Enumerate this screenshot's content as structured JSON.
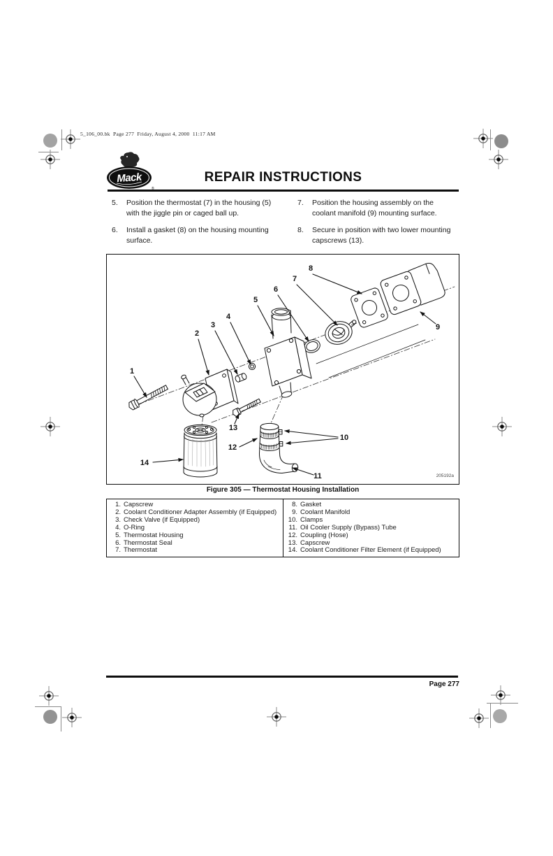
{
  "page": {
    "slug": "5_106_00.bk  Page 277  Friday, August 4, 2000  11:17 AM",
    "footer_page": "Page 277"
  },
  "logo": {
    "name": "Mack",
    "registered": "®"
  },
  "header": {
    "title": "REPAIR INSTRUCTIONS"
  },
  "instructions": {
    "left": [
      {
        "num": "5.",
        "lines": [
          "Position the thermostat (7) in the housing (5)",
          "with the jiggle pin or caged ball up."
        ]
      },
      {
        "num": "6.",
        "lines": [
          "Install a gasket (8) on the housing mounting",
          "surface."
        ]
      }
    ],
    "right": [
      {
        "num": "7.",
        "lines": [
          "Position the housing assembly on the",
          "coolant manifold (9) mounting surface."
        ]
      },
      {
        "num": "8.",
        "lines": [
          "Secure in position with two lower mounting",
          "capscrews (13)."
        ]
      }
    ]
  },
  "figure": {
    "caption": "Figure 305 — Thermostat Housing Installation",
    "ref": "205192a",
    "callouts": [
      "1",
      "2",
      "3",
      "4",
      "5",
      "6",
      "7",
      "8",
      "9",
      "10",
      "11",
      "12",
      "13",
      "14"
    ]
  },
  "parts": {
    "left": [
      {
        "num": "1.",
        "label": "Capscrew"
      },
      {
        "num": "2.",
        "label": "Coolant Conditioner Adapter Assembly (if Equipped)"
      },
      {
        "num": "3.",
        "label": "Check Valve (if Equipped)"
      },
      {
        "num": "4.",
        "label": "O-Ring"
      },
      {
        "num": "5.",
        "label": "Thermostat Housing"
      },
      {
        "num": "6.",
        "label": "Thermostat Seal"
      },
      {
        "num": "7.",
        "label": "Thermostat"
      }
    ],
    "right": [
      {
        "num": "8.",
        "label": "Gasket"
      },
      {
        "num": "9.",
        "label": "Coolant Manifold"
      },
      {
        "num": "10.",
        "label": "Clamps"
      },
      {
        "num": "11.",
        "label": "Oil Cooler Supply (Bypass) Tube"
      },
      {
        "num": "12.",
        "label": "Coupling (Hose)"
      },
      {
        "num": "13.",
        "label": "Capscrew"
      },
      {
        "num": "14.",
        "label": "Coolant Conditioner Filter Element (if Equipped)"
      }
    ]
  }
}
